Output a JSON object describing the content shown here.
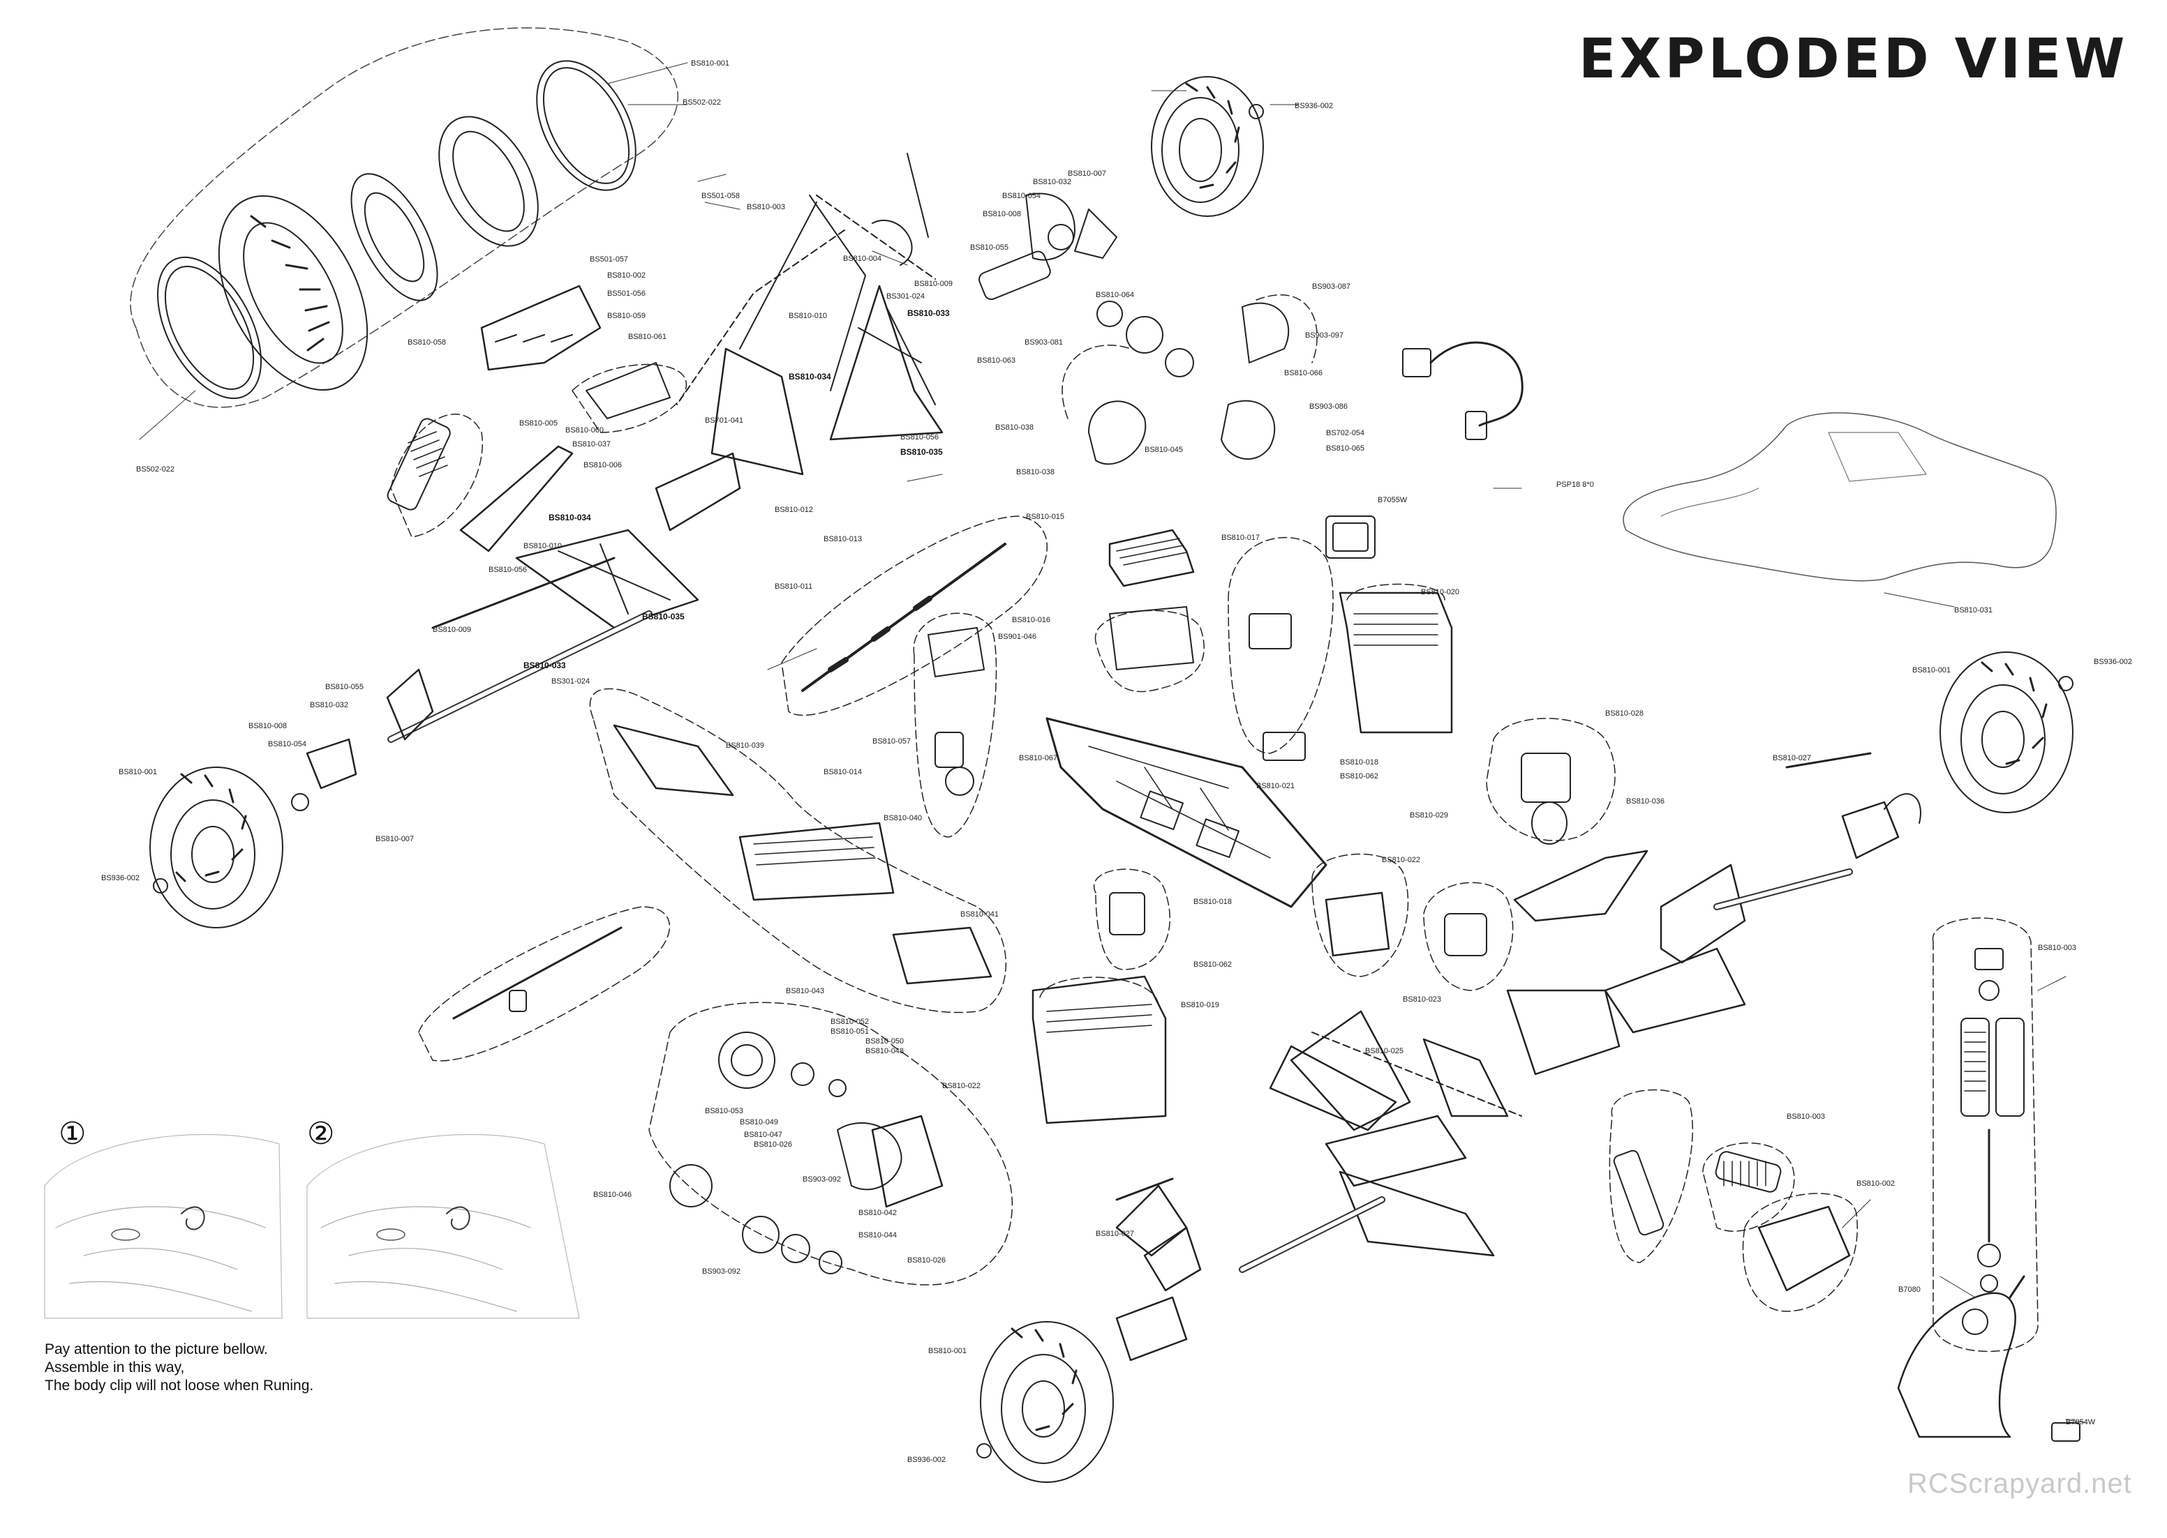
{
  "title": "EXPLODED VIEW",
  "insets": [
    {
      "number": "①"
    },
    {
      "number": "②"
    }
  ],
  "assembly_note": [
    "Pay attention to the picture bellow.",
    "Assemble in this way,",
    "The body clip will not loose when Runing."
  ],
  "watermark": "RCScrapyard.net",
  "part_labels": [
    "BS810-001",
    "BS502-022",
    "BS501-058",
    "BS810-003",
    "BS810-004",
    "BS501-057",
    "BS810-002",
    "BS501-056",
    "BS810-059",
    "BS810-058",
    "BS810-061",
    "BS810-005",
    "BS810-060",
    "BS810-037",
    "BS810-006",
    "BS701-041",
    "BS810-034",
    "BS810-010",
    "BS810-009",
    "BS301-024",
    "BS810-033",
    "BS810-056",
    "BS810-035",
    "BS810-012",
    "BS810-013",
    "BS810-011",
    "BS810-015",
    "BS810-007",
    "BS810-032",
    "BS810-054",
    "BS810-008",
    "BS810-055",
    "BS936-002",
    "BS810-064",
    "BS903-087",
    "BS903-081",
    "BS810-063",
    "BS810-038",
    "BS810-045",
    "BS903-097",
    "BS810-065",
    "BS810-066",
    "BS903-086",
    "BS702-054",
    "BS810-067",
    "BS810-017",
    "B7055W",
    "BS810-020",
    "BS810-016",
    "BS901-046",
    "BS810-057",
    "BS810-039",
    "BS810-014",
    "BS810-040",
    "BS810-041",
    "BS810-021",
    "BS810-018",
    "BS810-062",
    "BS810-019",
    "BS810-022",
    "BS810-023",
    "BS810-025",
    "BS810-026",
    "BS810-028",
    "BS810-029",
    "BS810-036",
    "BS810-027",
    "BS810-043",
    "BS810-052",
    "BS810-051",
    "BS810-050",
    "BS810-048",
    "BS810-053",
    "BS810-049",
    "BS810-047",
    "BS810-046",
    "BS810-044",
    "BS810-042",
    "BS903-092",
    "BS810-031",
    "PSP18 8*0",
    "B7080",
    "B7054W"
  ]
}
